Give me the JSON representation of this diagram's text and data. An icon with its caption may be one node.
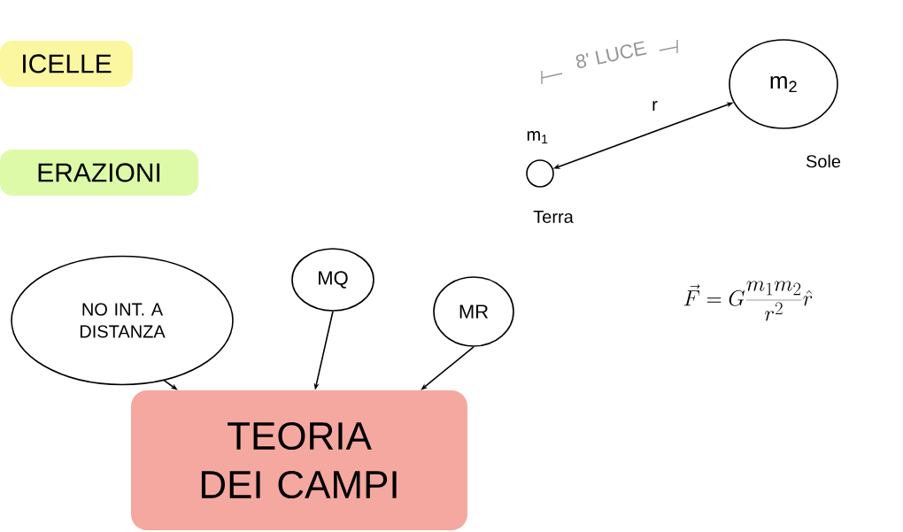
{
  "diagram": {
    "nodes": [
      {
        "text": [
          "ICELLE"
        ]
      },
      {
        "text": [
          "ERAZIONI"
        ]
      },
      {
        "text": [],
        "shape": "circle",
        "beside": [
          "m$_{1}$",
          "Terra"
        ]
      },
      {
        "text": [
          "m$_{2}$"
        ],
        "beside": [
          "Sole"
        ]
      },
      {
        "text": [
          "NO INT. A DISTANZA"
        ]
      },
      {
        "text": [
          "MQ"
        ]
      },
      {
        "text": [
          "MR"
        ]
      },
      {
        "text": [
          "TEORIA DEI CAMPI"
        ]
      }
    ],
    "edges": [
      {
        "from": 2,
        "to": 3,
        "arrow": "both",
        "label": "r"
      },
      {
        "from": 4,
        "to": 7,
        "arrow": "to"
      },
      {
        "from": 5,
        "to": 7,
        "arrow": "to"
      },
      {
        "from": 6,
        "to": 7,
        "arrow": "to"
      }
    ],
    "labels": [
      "8' LUCE",
      "\\vec{F} = G\\frac{m_{1} m_{2}}{r^{2}}\\hat{r}"
    ]
  }
}
